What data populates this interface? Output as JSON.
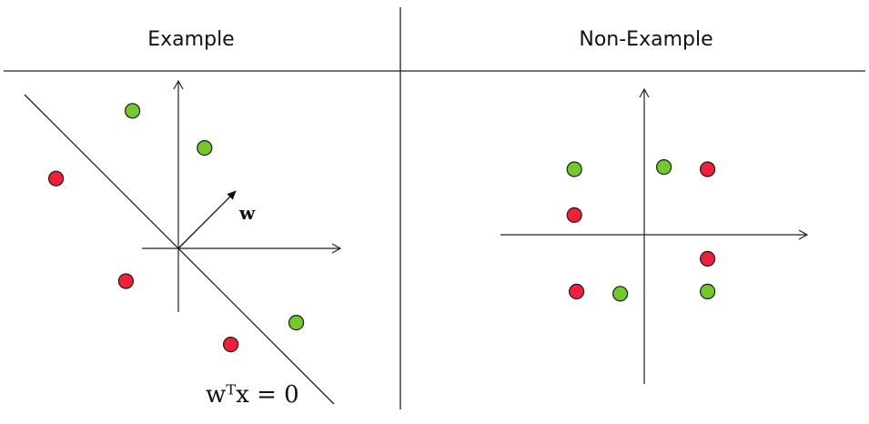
{
  "columns": {
    "left_header": "Example",
    "right_header": "Non-Example"
  },
  "colors": {
    "green": "#73c92a",
    "red": "#f21f3c",
    "stroke": "#1a1a1a",
    "line": "#222222"
  },
  "example_panel": {
    "vector_label": "w",
    "boundary_label": "wᵀx = 0",
    "points": [
      {
        "x": -1.05,
        "y": 3.15,
        "label": "green"
      },
      {
        "x": 0.6,
        "y": 2.3,
        "label": "green"
      },
      {
        "x": -2.8,
        "y": 1.6,
        "label": "red"
      },
      {
        "x": -1.2,
        "y": -0.75,
        "label": "red"
      },
      {
        "x": 2.7,
        "y": -1.7,
        "label": "green"
      },
      {
        "x": 1.2,
        "y": -2.2,
        "label": "red"
      }
    ]
  },
  "nonexample_panel": {
    "points": [
      {
        "x": -1.6,
        "y": 1.5,
        "label": "green"
      },
      {
        "x": 0.45,
        "y": 1.55,
        "label": "green"
      },
      {
        "x": 1.45,
        "y": 1.5,
        "label": "red"
      },
      {
        "x": -1.6,
        "y": 0.45,
        "label": "red"
      },
      {
        "x": 1.45,
        "y": -0.55,
        "label": "red"
      },
      {
        "x": -1.55,
        "y": -1.3,
        "label": "red"
      },
      {
        "x": -0.55,
        "y": -1.35,
        "label": "green"
      },
      {
        "x": 1.45,
        "y": -1.3,
        "label": "green"
      }
    ]
  }
}
